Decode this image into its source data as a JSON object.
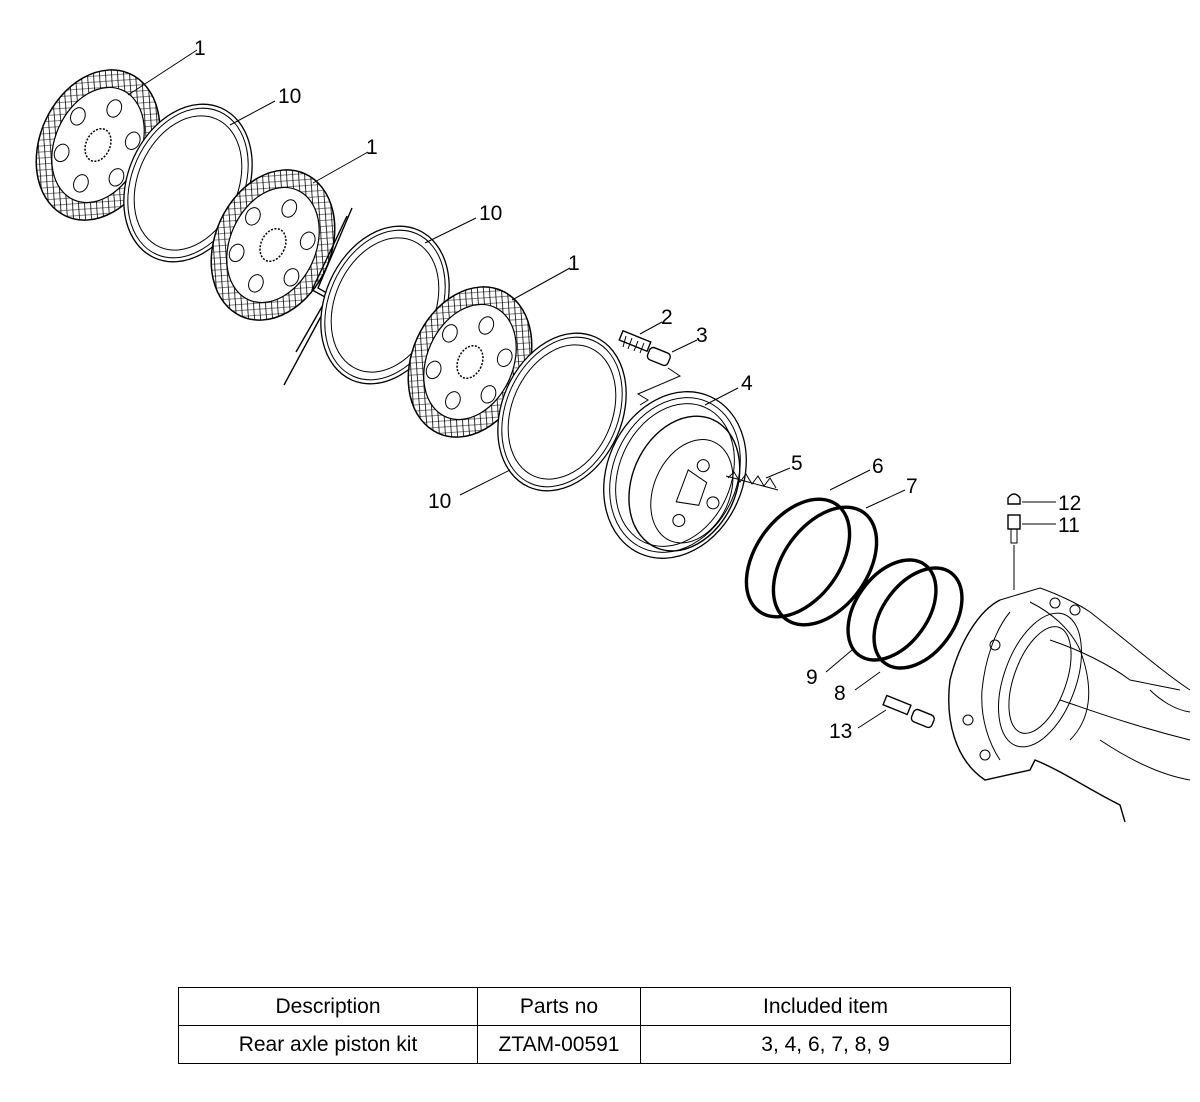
{
  "callouts": [
    "1",
    "10",
    "1",
    "10",
    "1",
    "10",
    "2",
    "3",
    "4",
    "5",
    "6",
    "7",
    "12",
    "11",
    "9",
    "8",
    "13"
  ],
  "table": {
    "headers": [
      "Description",
      "Parts no",
      "Included item"
    ],
    "rows": [
      [
        "Rear axle piston kit",
        "ZTAM-00591",
        "3, 4, 6, 7, 8, 9"
      ]
    ]
  }
}
